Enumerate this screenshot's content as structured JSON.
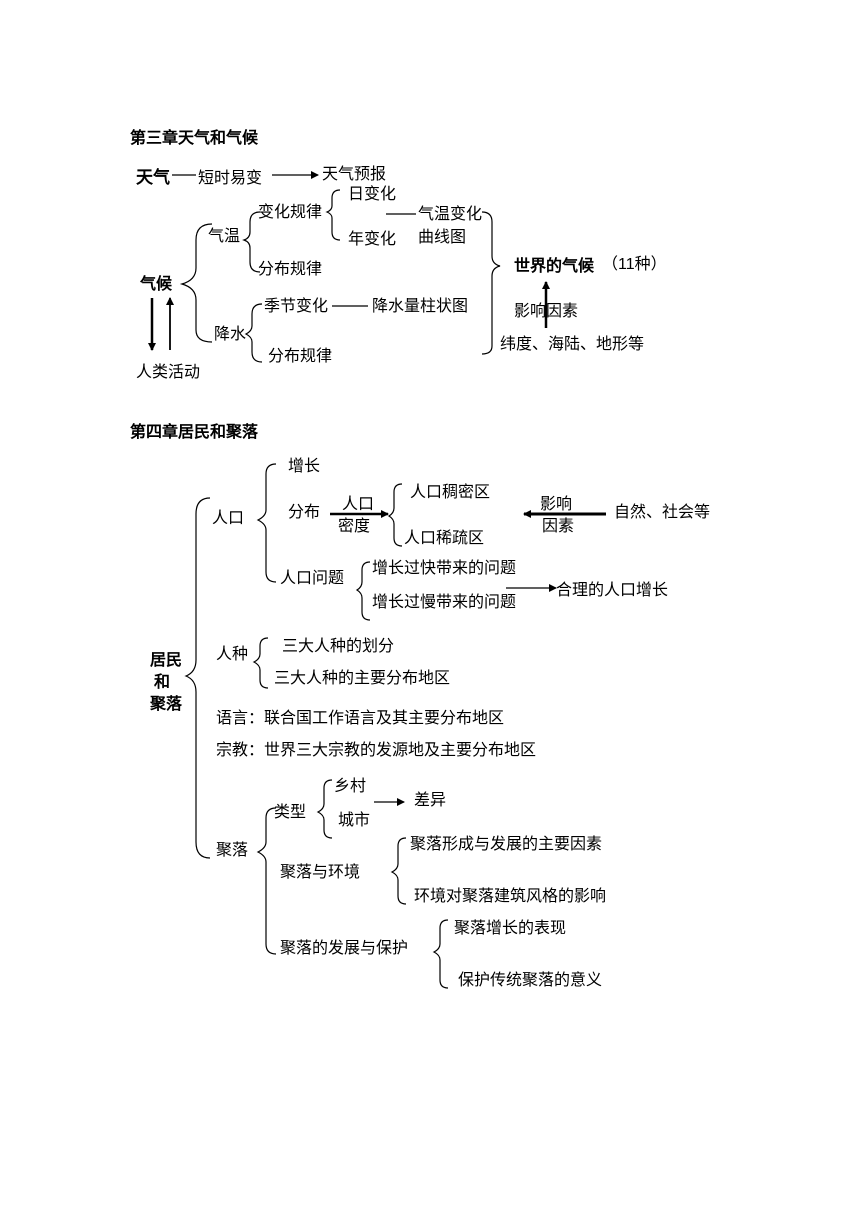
{
  "ch3": {
    "title": "第三章天气和气候",
    "weather": "天气",
    "short_change": "短时易变",
    "forecast": "天气预报",
    "climate": "气候",
    "temperature": "气温",
    "change_law": "变化规律",
    "daily_change": "日变化",
    "annual_change": "年变化",
    "temp_curve_1": "气温变化",
    "temp_curve_2": "曲线图",
    "distribution_law_1": "分布规律",
    "world_climate": "世界的气候",
    "world_climate_count": "（11种）",
    "precipitation": "降水",
    "seasonal_change": "季节变化",
    "precip_chart": "降水量柱状图",
    "distribution_law_2": "分布规律",
    "influence_factors": "影响因素",
    "factors_list": "纬度、海陆、地形等",
    "human_activity": "人类活动"
  },
  "ch4": {
    "title": "第四章居民和聚落",
    "root_1": "居民",
    "root_2": "和",
    "root_3": "聚落",
    "population": "人口",
    "growth": "增长",
    "distribution": "分布",
    "pop_label_1": "人口",
    "pop_label_2": "密度",
    "dense_area": "人口稠密区",
    "sparse_area": "人口稀疏区",
    "influence_1": "影响",
    "influence_2": "因素",
    "nature_society": "自然、社会等",
    "pop_problems": "人口问题",
    "fast_growth": "增长过快带来的问题",
    "slow_growth": "增长过慢带来的问题",
    "reasonable_growth": "合理的人口增长",
    "race": "人种",
    "race_division": "三大人种的划分",
    "race_distribution": "三大人种的主要分布地区",
    "language": "语言：联合国工作语言及其主要分布地区",
    "religion": "宗教：世界三大宗教的发源地及主要分布地区",
    "settlement": "聚落",
    "type": "类型",
    "village": "乡村",
    "city": "城市",
    "difference": "差异",
    "settlement_env": "聚落与环境",
    "main_factors": "聚落形成与发展的主要因素",
    "env_influence": "环境对聚落建筑风格的影响",
    "development_protection": "聚落的发展与保护",
    "growth_manifestation": "聚落增长的表现",
    "protection_meaning": "保护传统聚落的意义"
  }
}
